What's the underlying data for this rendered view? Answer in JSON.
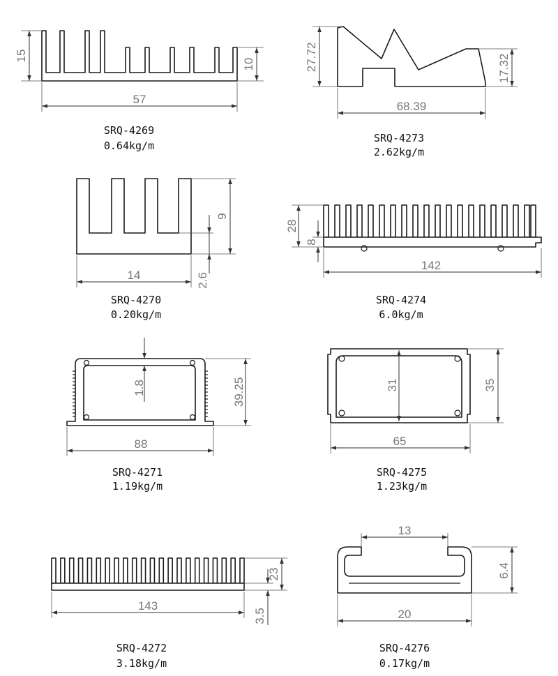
{
  "profiles": [
    {
      "code": "SRQ-4269",
      "weight": "0.64kg/m",
      "dims": [
        "15",
        "10",
        "57"
      ]
    },
    {
      "code": "SRQ-4273",
      "weight": "2.62kg/m",
      "dims": [
        "27.72",
        "17.32",
        "68.39"
      ]
    },
    {
      "code": "SRQ-4270",
      "weight": "0.20kg/m",
      "dims": [
        "9",
        "14",
        "2.6"
      ]
    },
    {
      "code": "SRQ-4274",
      "weight": "6.0kg/m",
      "dims": [
        "28",
        "8",
        "142"
      ]
    },
    {
      "code": "SRQ-4271",
      "weight": "1.19kg/m",
      "dims": [
        "1.8",
        "39.25",
        "88"
      ]
    },
    {
      "code": "SRQ-4275",
      "weight": "1.23kg/m",
      "dims": [
        "31",
        "35",
        "65"
      ]
    },
    {
      "code": "SRQ-4272",
      "weight": "3.18kg/m",
      "dims": [
        "23",
        "143",
        "3.5"
      ]
    },
    {
      "code": "SRQ-4276",
      "weight": "0.17kg/m",
      "dims": [
        "13",
        "6.4",
        "20"
      ]
    }
  ],
  "colors": {
    "line": "#1a1a1a",
    "dimension": "#333333",
    "dim_text": "#777777"
  }
}
